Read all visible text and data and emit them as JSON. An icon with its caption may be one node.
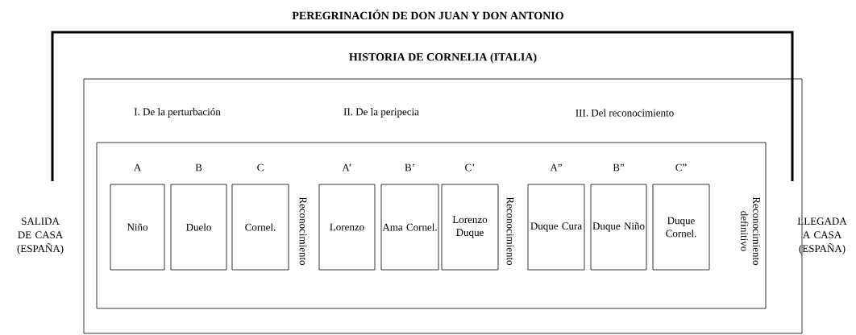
{
  "diagram": {
    "title": "PEREGRINACIÓN DE DON JUAN Y DON ANTONIO",
    "nodes": [
      {
        "text": [
          "HISTORIA DE CORNELIA (ITALIA)"
        ]
      },
      {
        "text": [],
        "shape": "box",
        "in": 0
      },
      {
        "text": [
          "A",
          "Niño"
        ],
        "in": 1
      },
      {
        "text": [
          "B",
          "Duelo"
        ],
        "in": 1
      },
      {
        "text": [
          "C",
          "Cornel."
        ],
        "in": 1
      },
      {
        "text": [
          "A’",
          "Lorenzo"
        ],
        "in": 1
      },
      {
        "text": [
          "B’",
          "Ama Cornel."
        ],
        "in": 1
      },
      {
        "text": [
          "C’",
          "Lorenzo Duque"
        ],
        "in": 1
      },
      {
        "text": [
          "A”",
          "Duque Cura"
        ],
        "in": 1
      },
      {
        "text": [
          "B”",
          "Duque Niño"
        ],
        "in": 1
      },
      {
        "text": [
          "C”",
          "Duque Cornel."
        ],
        "in": 1
      }
    ],
    "labels": [
      "I. De la perturbación",
      "II. De la peripecia",
      "III. Del reconocimiento",
      "SALIDA DE CASA (ESPAÑA)",
      "Reconocimiento",
      "Reconocimiento",
      "Reconocimiento definitivo",
      "LLEGADA A CASA (ESPAÑA)"
    ]
  }
}
